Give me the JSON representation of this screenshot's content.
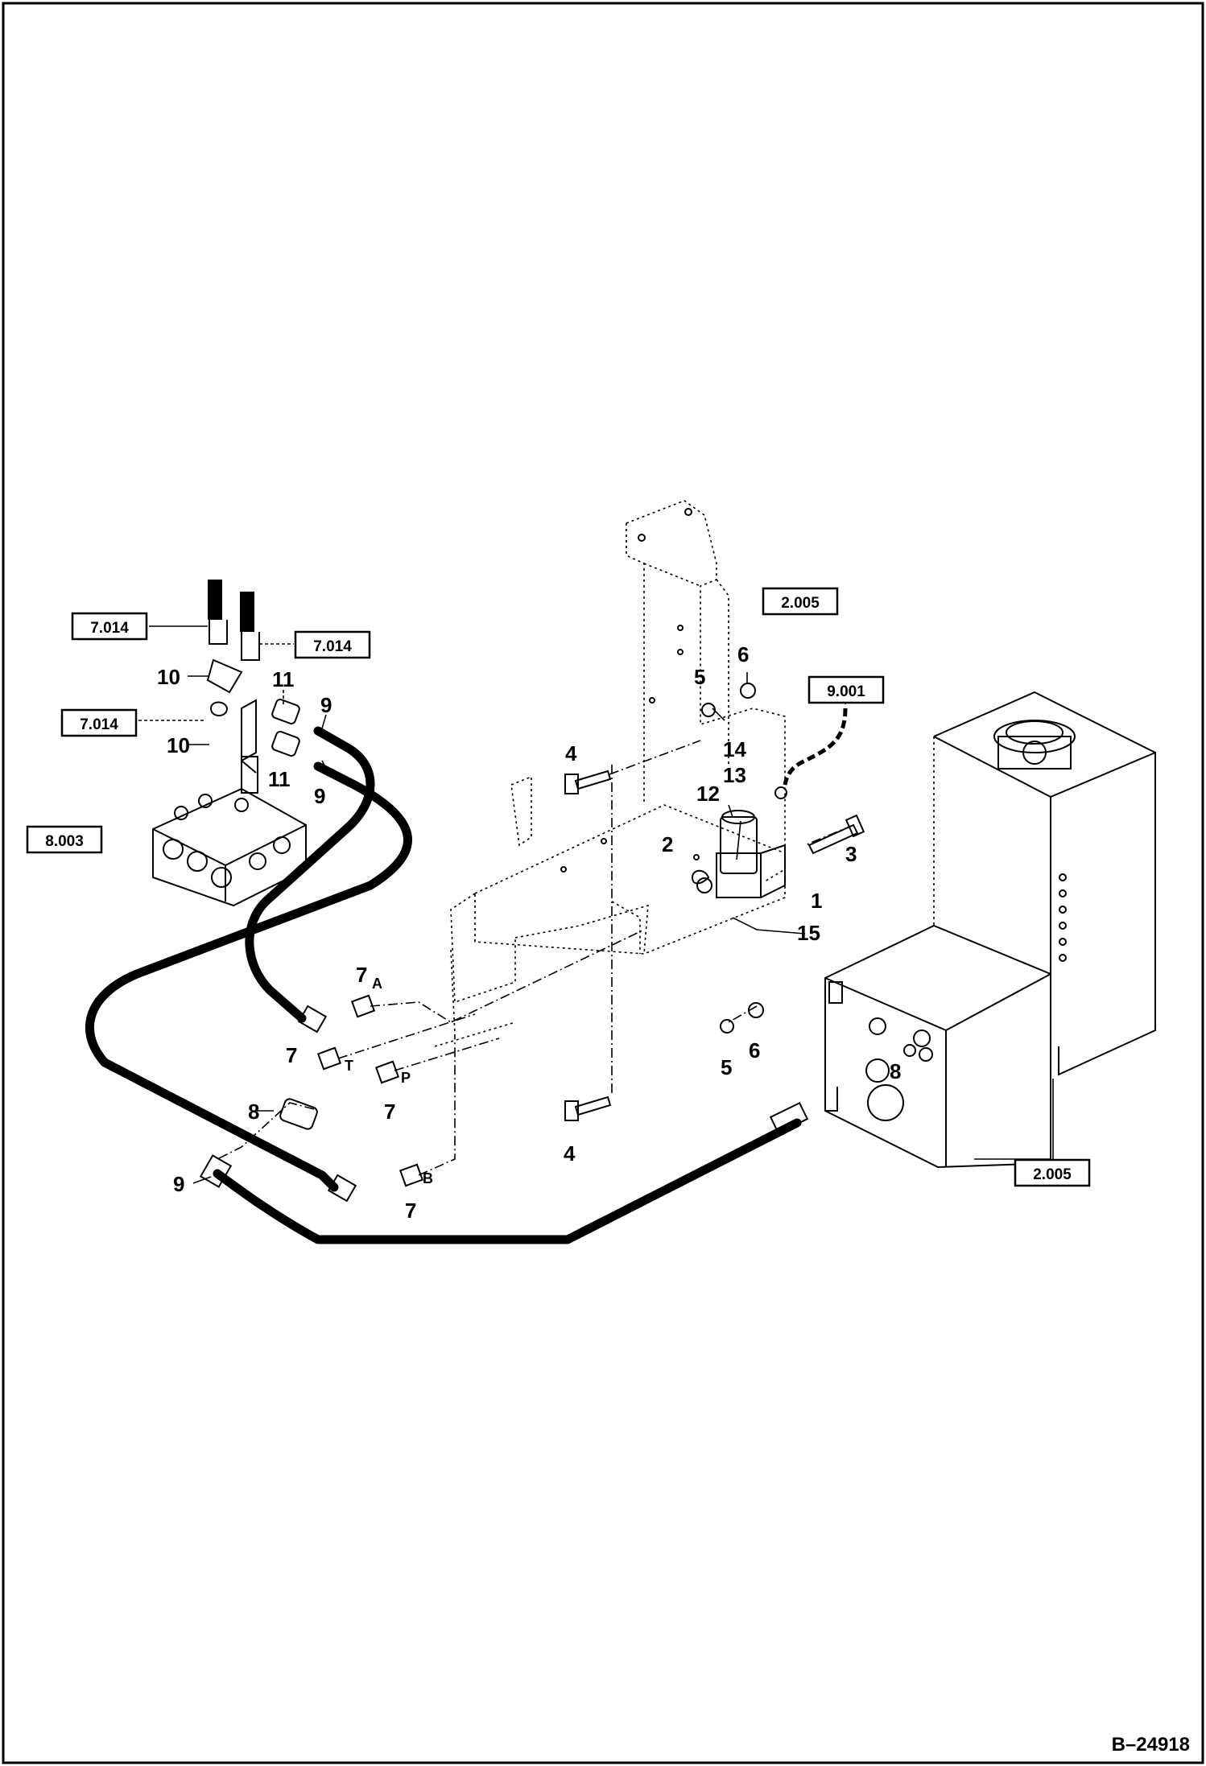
{
  "figure_id": "B–24918",
  "reference_boxes": {
    "frame_top": "2.005",
    "tank": "2.005",
    "electrical": "9.001",
    "control_valve": "8.003",
    "fitting_a": "7.014",
    "fitting_b": "7.014",
    "fitting_c": "7.014"
  },
  "callouts": {
    "c1": "1",
    "c2": "2",
    "c3": "3",
    "c4a": "4",
    "c4b": "4",
    "c5a": "5",
    "c5b": "5",
    "c6a": "6",
    "c6b": "6",
    "c7a": "7",
    "c7t": "7",
    "c7p": "7",
    "c7b": "7",
    "c8a": "8",
    "c8b": "8",
    "c9a": "9",
    "c9b": "9",
    "c9c": "9",
    "c10a": "10",
    "c10b": "10",
    "c11a": "11",
    "c11b": "11",
    "c12": "12",
    "c13": "13",
    "c14": "14",
    "c15": "15"
  },
  "port_letters": {
    "A": "A",
    "T": "T",
    "P": "P",
    "B": "B"
  }
}
